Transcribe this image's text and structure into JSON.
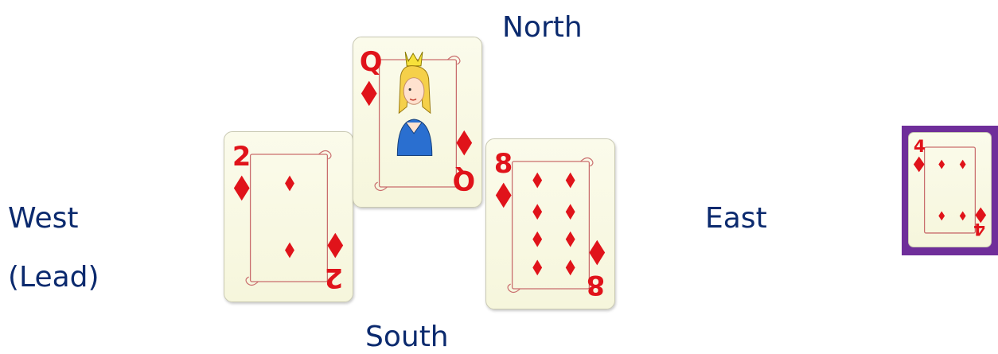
{
  "positions": {
    "north": "North",
    "south": "South",
    "east": "East",
    "west": "West",
    "west_note": "(Lead)"
  },
  "trick": {
    "west_card": {
      "rank": "2",
      "suit": "diamonds"
    },
    "north_card": {
      "rank": "Q",
      "suit": "diamonds"
    },
    "east_card": {
      "rank": "8",
      "suit": "diamonds"
    }
  },
  "east_hand": {
    "highlighted_card": {
      "rank": "4",
      "suit": "diamonds"
    }
  },
  "colors": {
    "suit_red": "#e0131a",
    "label_navy": "#0b2a6e",
    "highlight_purple": "#6f2e9a"
  }
}
